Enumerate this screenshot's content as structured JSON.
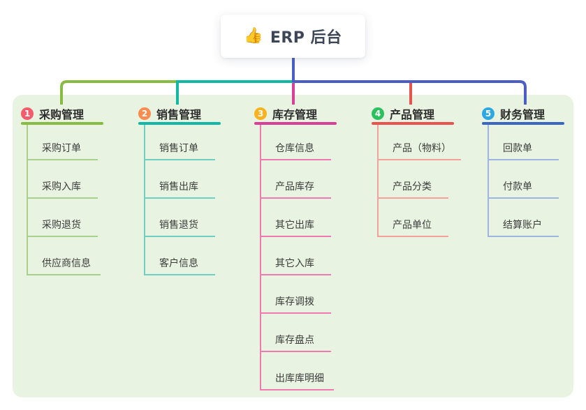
{
  "root": {
    "icon": "👍",
    "label": "ERP 后台"
  },
  "connectors": {
    "root_drop_color": "#4c5ec6",
    "bus_green": "#87bb42",
    "bus_teal": "#12b7a5",
    "bus_blue": "#4c5ec6",
    "drop_magenta": "#da3f97",
    "drop_red": "#e9524f"
  },
  "panel_color": "#e8f4e1",
  "branches": [
    {
      "num": "1",
      "label": "采购管理",
      "badge_color": "#f45b6c",
      "line_color": "#87bb42",
      "child_line_color": "#a8d08a",
      "children": [
        "采购订单",
        "采购入库",
        "采购退货",
        "供应商信息"
      ]
    },
    {
      "num": "2",
      "label": "销售管理",
      "badge_color": "#fb8b4e",
      "line_color": "#12b7a5",
      "child_line_color": "#6fcfc2",
      "children": [
        "销售订单",
        "销售出库",
        "销售退货",
        "客户信息"
      ]
    },
    {
      "num": "3",
      "label": "库存管理",
      "badge_color": "#f8b21f",
      "line_color": "#da3f97",
      "child_line_color": "#f07ab0",
      "children": [
        "仓库信息",
        "产品库存",
        "其它出库",
        "其它入库",
        "库存调拨",
        "库存盘点",
        "出库库明细"
      ]
    },
    {
      "num": "4",
      "label": "产品管理",
      "badge_color": "#2cc05e",
      "line_color": "#e9524f",
      "child_line_color": "#f2a19b",
      "children": [
        "产品（物料）",
        "产品分类",
        "产品单位"
      ]
    },
    {
      "num": "5",
      "label": "财务管理",
      "badge_color": "#2da8e0",
      "line_color": "#3d66c4",
      "child_line_color": "#9db4e4",
      "children": [
        "回款单",
        "付款单",
        "结算账户"
      ]
    }
  ]
}
